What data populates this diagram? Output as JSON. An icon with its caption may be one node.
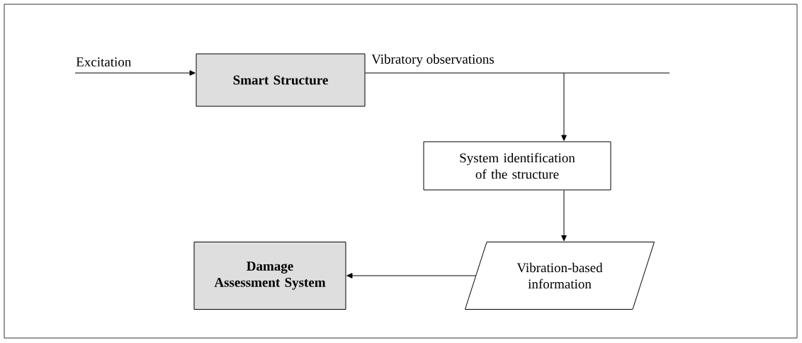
{
  "diagram": {
    "nodes": [
      {
        "text": [
          "Smart Structure"
        ]
      },
      {
        "text": [
          "System identification of the structure"
        ]
      },
      {
        "text": [
          "Vibration-based information"
        ]
      },
      {
        "text": [
          "Damage Assessment System"
        ]
      }
    ],
    "edges": [
      {
        "from": null,
        "to": 0,
        "arrow": "to",
        "label": "Excitation"
      },
      {
        "from": 0,
        "to": 1,
        "arrow": "to",
        "label": "Vibratory observations"
      },
      {
        "from": 1,
        "to": 2,
        "arrow": "to"
      },
      {
        "from": 2,
        "to": 3,
        "arrow": "to"
      }
    ]
  }
}
